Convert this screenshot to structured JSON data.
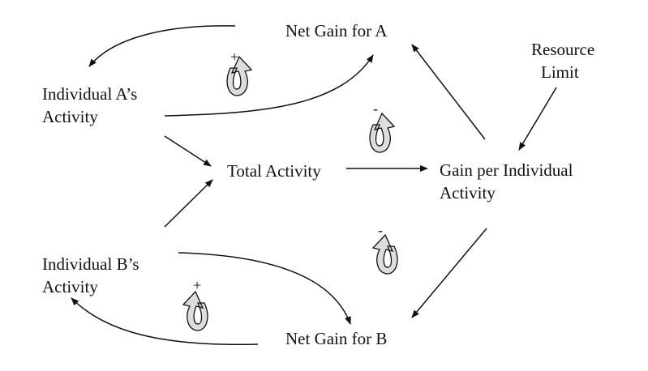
{
  "nodes": {
    "net_gain_a": "Net Gain for A",
    "resource_limit": [
      "Resource",
      "Limit"
    ],
    "individual_a": [
      "Individual A’s",
      "Activity"
    ],
    "total_activity": "Total Activity",
    "gain_per_individual": [
      "Gain per Individual",
      "Activity"
    ],
    "individual_b": [
      "Individual B’s",
      "Activity"
    ],
    "net_gain_b": "Net Gain for B"
  },
  "loops": {
    "loop_a": {
      "polarity": "+",
      "type": "reinforcing"
    },
    "loop_center_top": {
      "polarity": "-",
      "type": "balancing"
    },
    "loop_center_bottom": {
      "polarity": "-",
      "type": "balancing"
    },
    "loop_b": {
      "polarity": "+",
      "type": "reinforcing"
    }
  },
  "colors": {
    "ink": "#111111",
    "loop_fill": "#dddddd"
  }
}
